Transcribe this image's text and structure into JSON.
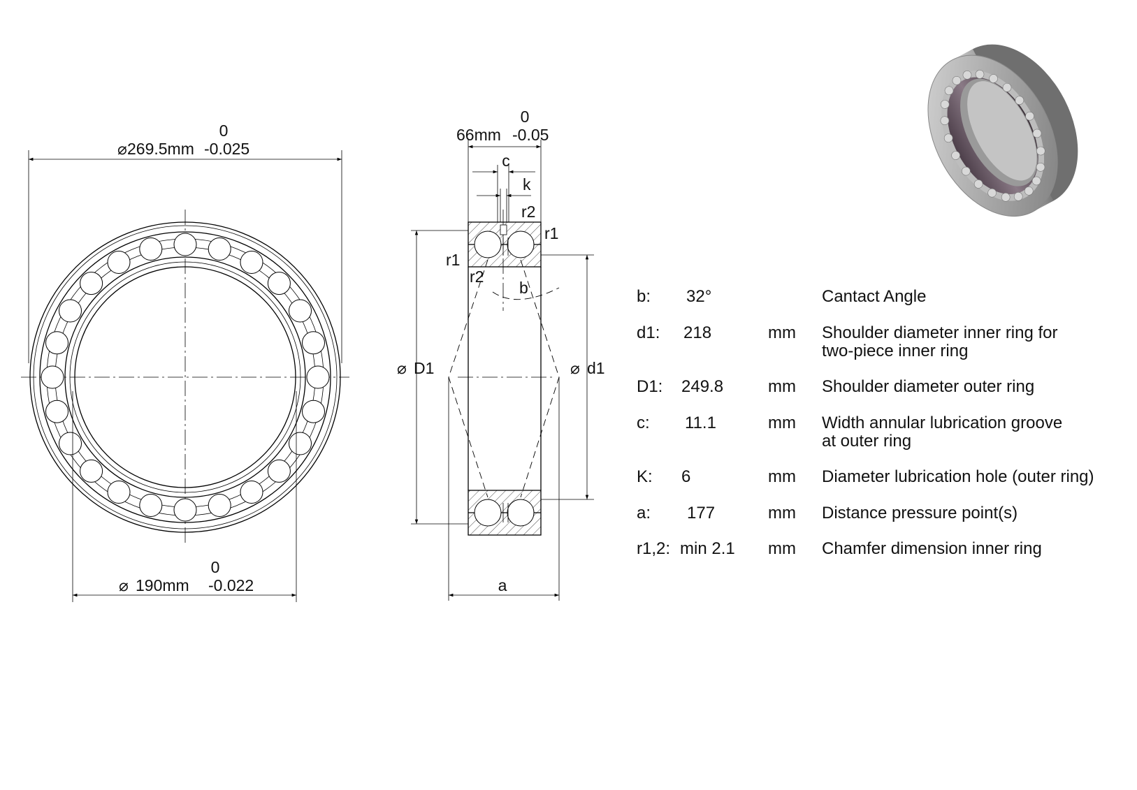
{
  "front_view": {
    "outer_dim": {
      "tol_upper": "0",
      "symbol": "⌀",
      "value": "269.5mm",
      "tol_lower": "-0.025"
    },
    "inner_dim": {
      "tol_upper": "0",
      "symbol": "⌀",
      "value": "190mm",
      "tol_lower": "-0.022"
    }
  },
  "section_view": {
    "width_dim": {
      "tol_upper": "0",
      "value": "66mm",
      "tol_lower": "-0.05"
    },
    "labels": {
      "c": "c",
      "k": "k",
      "r2_top": "r2",
      "r1_right": "r1",
      "r1_left": "r1",
      "r2_left": "r2",
      "b": "b",
      "D1": "D1",
      "d1": "d1",
      "a": "a",
      "dia_symbol": "⌀"
    }
  },
  "spec_table": [
    {
      "key": "b:",
      "value": "32°",
      "unit": "",
      "desc": [
        "Cantact Angle"
      ]
    },
    {
      "key": "d1:",
      "value": "218",
      "unit": "mm",
      "desc": [
        "Shoulder diameter inner ring for",
        "two-piece inner ring"
      ]
    },
    {
      "key": "D1:",
      "value": "249.8",
      "unit": "mm",
      "desc": [
        "Shoulder diameter outer ring"
      ]
    },
    {
      "key": "c:",
      "value": "11.1",
      "unit": "mm",
      "desc": [
        "Width annular lubrication groove",
        "at outer ring"
      ]
    },
    {
      "key": "K:",
      "value": "6",
      "unit": "mm",
      "desc": [
        "Diameter lubrication hole (outer ring)"
      ]
    },
    {
      "key": "a:",
      "value": "177",
      "unit": "mm",
      "desc": [
        "Distance pressure point(s)"
      ]
    },
    {
      "key": "r1,2:",
      "value": "min 2.1",
      "unit": "mm",
      "desc": [
        "Chamfer dimension inner ring"
      ]
    }
  ],
  "iso_view": {
    "icon": "bearing-3d-icon",
    "colors": {
      "ring": "#a6a6a6",
      "inner": "#6e5a6a",
      "shadow": "#4a4048"
    }
  }
}
